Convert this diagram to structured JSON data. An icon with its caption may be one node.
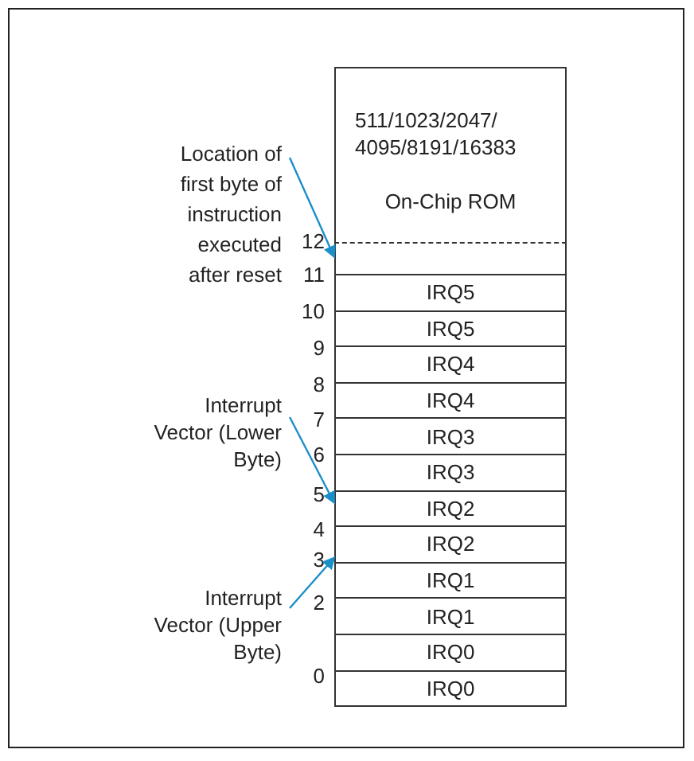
{
  "diagram": {
    "nodes": [
      {
        "text": [
          "511/1023/2047/ 4095/8191/16383",
          "On-Chip ROM"
        ]
      },
      {
        "text": [],
        "shape": "box",
        "in": 0
      },
      {
        "text": [
          "IRQ5"
        ]
      },
      {
        "text": [
          "IRQ5"
        ]
      },
      {
        "text": [
          "IRQ4"
        ]
      },
      {
        "text": [
          "IRQ4"
        ]
      },
      {
        "text": [
          "IRQ3"
        ]
      },
      {
        "text": [
          "IRQ3"
        ]
      },
      {
        "text": [
          "IRQ2"
        ]
      },
      {
        "text": [
          "IRQ2"
        ]
      },
      {
        "text": [
          "IRQ1"
        ]
      },
      {
        "text": [
          "IRQ1"
        ]
      },
      {
        "text": [
          "IRQ0"
        ]
      },
      {
        "text": [
          "IRQ0"
        ]
      },
      {
        "text": [
          "Location of first byte of instruction executed after reset"
        ]
      },
      {
        "text": [
          "Interrupt Vector (Lower Byte)"
        ]
      },
      {
        "text": [
          "Interrupt Vector (Upper Byte)"
        ]
      }
    ],
    "edges": [
      {
        "from": 14,
        "to": 1,
        "arrow": "to"
      },
      {
        "from": 15,
        "to": 8,
        "arrow": "to"
      },
      {
        "from": 16,
        "to": 9,
        "arrow": "to"
      }
    ],
    "labels": [
      "12",
      "11",
      "10",
      "9",
      "8",
      "7",
      "6",
      "5",
      "4",
      "3",
      "2",
      "0"
    ]
  }
}
